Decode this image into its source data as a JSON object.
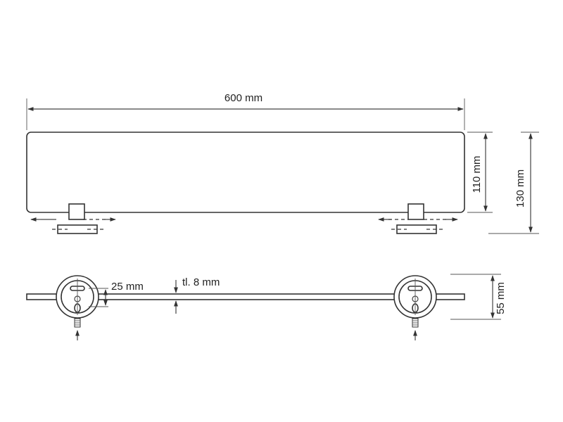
{
  "dimensions": {
    "length": "600 mm",
    "height_inner": "110 mm",
    "height_outer": "130 mm",
    "hole_spacing": "25 mm",
    "thickness": "tl. 8 mm",
    "depth": "55 mm"
  },
  "colors": {
    "line": "#444444",
    "background": "#ffffff"
  }
}
